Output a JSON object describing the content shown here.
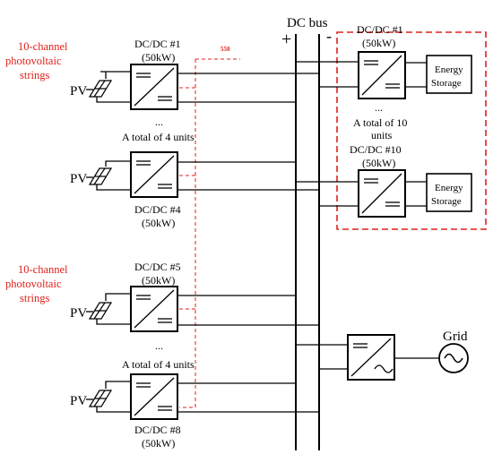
{
  "bus": {
    "label": "DC bus",
    "plus": "+",
    "minus": "-"
  },
  "pv_groups": [
    {
      "title_line1": "10-channel",
      "title_line2": "photovoltaic",
      "title_line3": "strings"
    },
    {
      "title_line1": "10-channel",
      "title_line2": "photovoltaic",
      "title_line3": "strings"
    }
  ],
  "pv_label": "PV",
  "converters": {
    "c1": {
      "name": "DC/DC #1",
      "rating": "(50kW)"
    },
    "c4": {
      "name": "DC/DC #4",
      "rating": "(50kW)"
    },
    "c5": {
      "name": "DC/DC #5",
      "rating": "(50kW)"
    },
    "c8": {
      "name": "DC/DC #8",
      "rating": "(50kW)"
    },
    "s1": {
      "name": "DC/DC #1",
      "rating": "(50kW)"
    },
    "s10": {
      "name": "DC/DC #10",
      "rating": "(50kW)"
    }
  },
  "ellipsis": "...",
  "units_text_pv": "A total of 4 units",
  "units_text_storage_line1": "A total of 10",
  "units_text_storage_line2": "units",
  "storage_label_line1": "Energy",
  "storage_label_line2": "Storage",
  "grid_label": "Grid",
  "small_red_label": "550",
  "colors": {
    "line": "#000000",
    "accent": "#e0201b"
  }
}
